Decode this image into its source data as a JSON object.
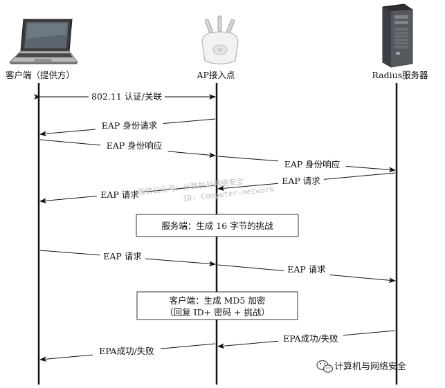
{
  "actors": {
    "client": "客户端（提供方）",
    "ap": "AP接入点",
    "radius": "Radius服务器"
  },
  "messages": {
    "assoc": "802.11 认证/关联",
    "id_request": "EAP 身份请求",
    "id_response_1": "EAP 身份响应",
    "id_response_2": "EAP 身份响应",
    "eap_request_radius": "EAP 请求",
    "eap_request_ap": "EAP 请求",
    "eap_request_client": "EAP 请求",
    "eap_request_relay": "EAP 请求",
    "success_radius": "EPA成功/失败",
    "success_ap": "EPA成功/失败"
  },
  "notes": {
    "server_challenge": "服务端：生成 16 字节的挑战",
    "client_md5_line1": "客户端：生成 MD5 加密",
    "client_md5_line2": "（回复 ID+ 密码 + 挑战）"
  },
  "watermark": {
    "line1": "微信公众号：计算机与网络安全",
    "line2": "ID: Computer-network"
  },
  "brand": {
    "name": "计算机与网络安全"
  }
}
